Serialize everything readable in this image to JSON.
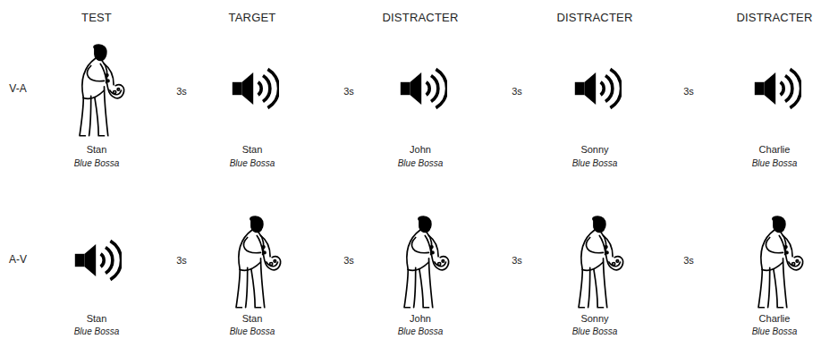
{
  "diagram": {
    "labels": [
      "TEST",
      "TARGET",
      "DISTRACTER",
      "DISTRACTER",
      "DISTRACTER",
      "V-A",
      "3s",
      "3s",
      "3s",
      "3s",
      "Stan",
      "Blue Bossa",
      "Stan",
      "Blue Bossa",
      "John",
      "Blue Bossa",
      "Sonny",
      "Blue Bossa",
      "Charlie",
      "Blue Bossa",
      "A-V",
      "3s",
      "3s",
      "3s",
      "3s",
      "Stan",
      "Blue Bossa",
      "Stan",
      "Blue Bossa",
      "John",
      "Blue Bossa",
      "Sonny",
      "Blue Bossa",
      "Charlie",
      "Blue Bossa"
    ]
  }
}
